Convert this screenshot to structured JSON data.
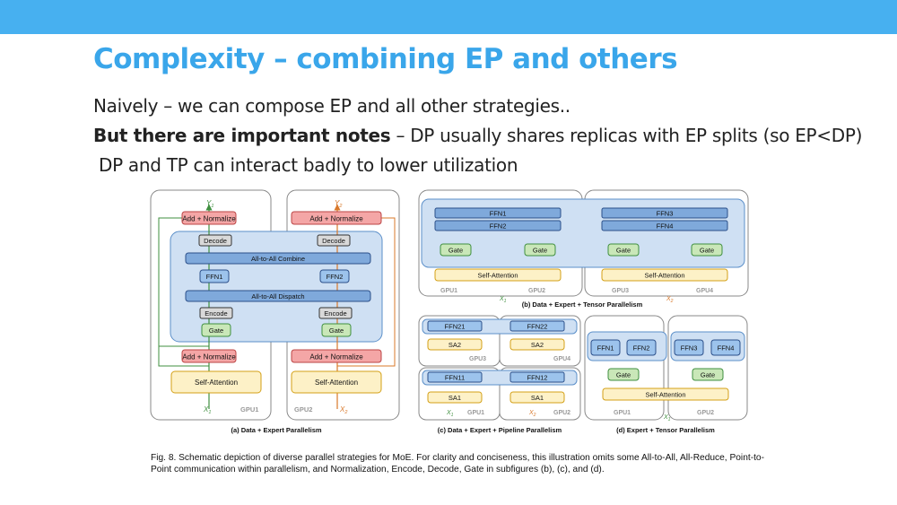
{
  "title": "Complexity – combining EP and others",
  "body": {
    "line1": "Naively – we can compose EP and all other strategies..",
    "line2_bold": "But there are important notes",
    "line2_rest": " – DP usually shares replicas with EP splits (so EP<DP)",
    "line3": "DP and TP can interact badly to lower utilization"
  },
  "figure": {
    "a": {
      "caption": "(a) Data + Expert Parallelism",
      "y1": "Y",
      "y1_sub": "1",
      "y2": "Y",
      "y2_sub": "2",
      "x1": "X",
      "x1_sub": "1",
      "x2": "X",
      "x2_sub": "2",
      "add_normalize": "Add + Normalize",
      "decode": "Decode",
      "combine": "All-to-All Combine",
      "ffn1": "FFN1",
      "ffn2": "FFN2",
      "dispatch": "All-to-All Dispatch",
      "encode": "Encode",
      "gate": "Gate",
      "self_attention": "Self-Attention",
      "gpu1": "GPU1",
      "gpu2": "GPU2"
    },
    "b": {
      "caption": "(b) Data + Expert + Tensor Parallelism",
      "ffn1": "FFN1",
      "ffn2": "FFN2",
      "ffn3": "FFN3",
      "ffn4": "FFN4",
      "gate": "Gate",
      "self_attention": "Self-Attention",
      "gpu1": "GPU1",
      "gpu2": "GPU2",
      "gpu3": "GPU3",
      "gpu4": "GPU4",
      "x1": "X",
      "x1_sub": "1",
      "x2": "X",
      "x2_sub": "2"
    },
    "c": {
      "caption": "(c) Data + Expert + Pipeline Parallelism",
      "ffn21": "FFN21",
      "ffn22": "FFN22",
      "sa2": "SA2",
      "ffn11": "FFN11",
      "ffn12": "FFN12",
      "sa1": "SA1",
      "gpu1": "GPU1",
      "gpu2": "GPU2",
      "gpu3": "GPU3",
      "gpu4": "GPU4",
      "x1": "X",
      "x1_sub": "1",
      "x2": "X",
      "x2_sub": "2"
    },
    "d": {
      "caption": "(d) Expert + Tensor Parallelism",
      "ffn1": "FFN1",
      "ffn2": "FFN2",
      "ffn3": "FFN3",
      "ffn4": "FFN4",
      "gate": "Gate",
      "self_attention": "Self-Attention",
      "gpu1": "GPU1",
      "gpu2": "GPU2",
      "x1": "X",
      "x1_sub": "1"
    },
    "caption": "Fig. 8. Schematic depiction of diverse parallel strategies for MoE. For clarity and conciseness, this illustration omits some All-to-All, All-Reduce, Point-to-Point communication within parallelism, and Normalization, Encode, Decode, Gate in subfigures (b), (c), and (d)."
  },
  "colors": {
    "accent": "#47b0f0",
    "title": "#3aa6ea",
    "red_box": "#f4a6a6",
    "blue_box": "#9cc3ec",
    "green_box": "#c9e7b8",
    "yellow_box": "#fdf1c7",
    "blue_region": "#cfe0f3"
  }
}
